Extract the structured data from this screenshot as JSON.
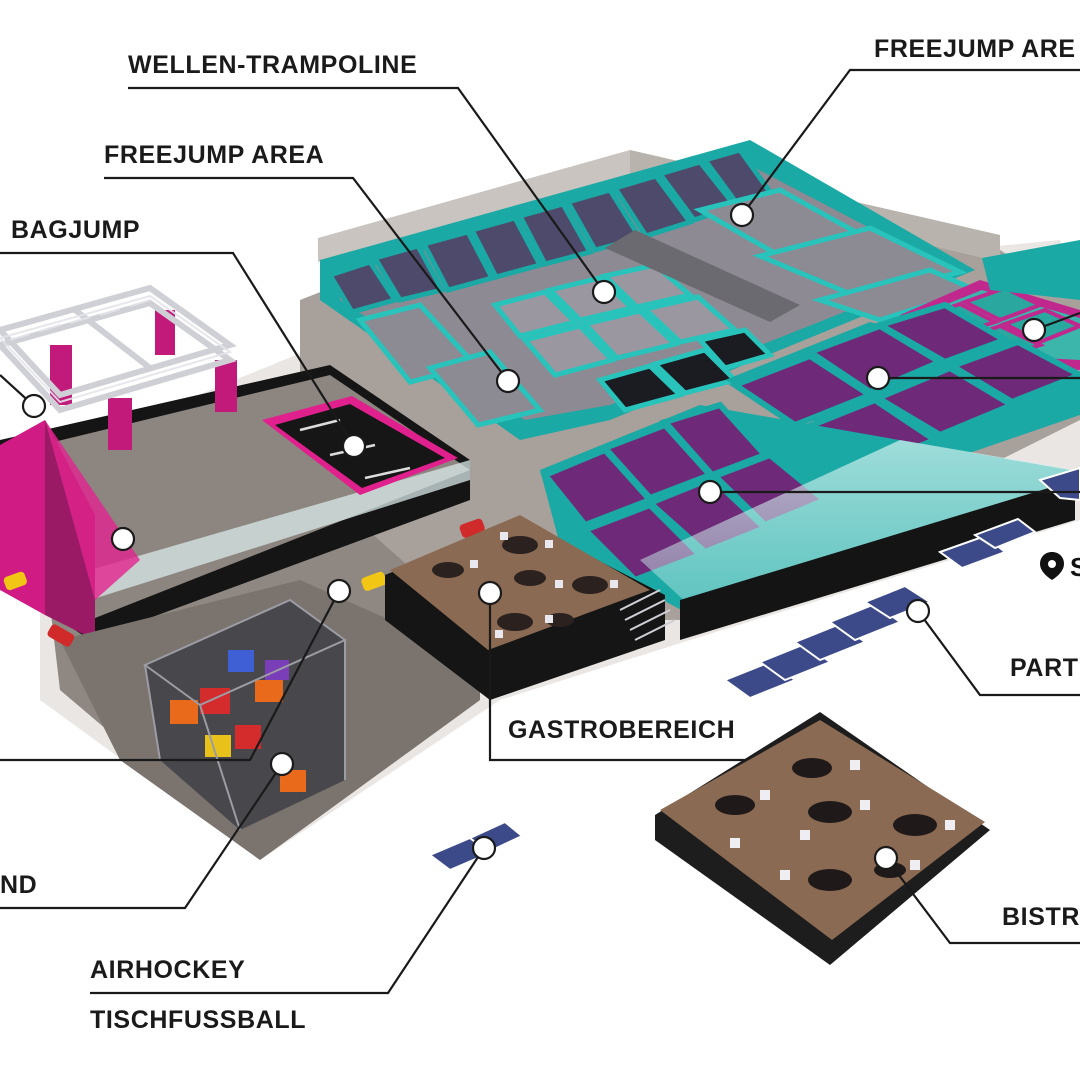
{
  "labels": {
    "wellen_trampoline": "WELLEN-TRAMPOLINE",
    "freejump_area_top_right": "FREEJUMP ARE",
    "freejump_area_left": "FREEJUMP AREA",
    "bagjump": "BAGJUMP",
    "gastrobereich": "GASTROBEREICH",
    "party": "PART",
    "bistro": "BISTR",
    "playground": "ND",
    "airhockey": "AIRHOCKEY",
    "tischfussball": "TISCHFUSSBALL",
    "location_pin": "S"
  },
  "colors": {
    "teal": "#1aa9a4",
    "teal_light": "#28c4bc",
    "magenta": "#e0208c",
    "purple": "#6e2a78",
    "floor_grey": "#9c938d",
    "wood": "#8a6a52",
    "black": "#111111"
  },
  "icons": [
    "location-pin-icon"
  ]
}
